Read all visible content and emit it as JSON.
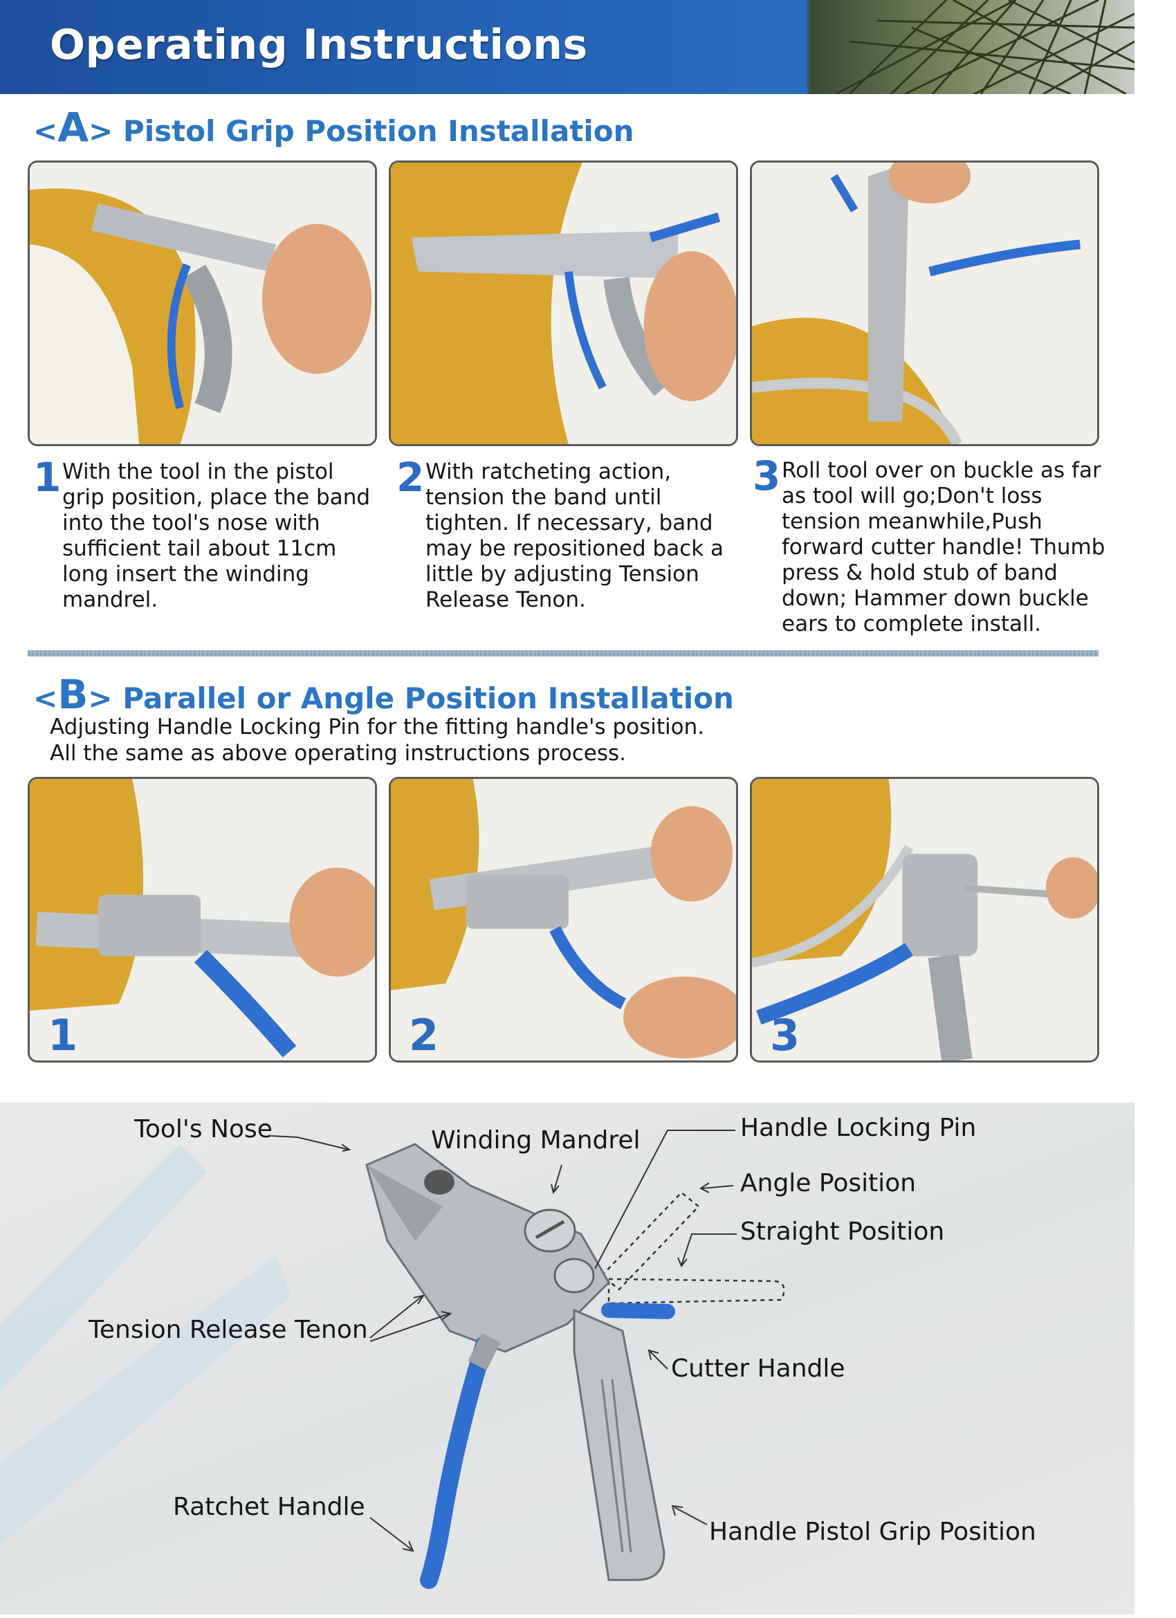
{
  "header": {
    "title": "Operating Instructions"
  },
  "section_a": {
    "marker": "A",
    "title": "Pistol Grip Position Installation",
    "steps": [
      {
        "number": "1",
        "text": "With the tool in the pistol grip position, place the band into the tool's nose with sufficient tail about 11cm long insert the winding mandrel."
      },
      {
        "number": "2",
        "text": "With ratcheting action, tension the band until tighten. If necessary, band may be repositioned back a little by adjusting Tension Release Tenon."
      },
      {
        "number": "3",
        "text": "Roll tool over on buckle as far as tool will go;Don't loss tension meanwhile,Push forward cutter handle! Thumb press & hold stub of band down; Hammer down buckle ears to complete install."
      }
    ]
  },
  "section_b": {
    "marker": "B",
    "title": "Parallel or Angle Position Installation",
    "intro_line1": "Adjusting Handle Locking Pin for the fitting handle's position.",
    "intro_line2": "All the same as above operating instructions process.",
    "photo_numbers": [
      "1",
      "2",
      "3"
    ]
  },
  "diagram": {
    "labels": {
      "tools_nose": "Tool's Nose",
      "winding_mandrel": "Winding Mandrel",
      "handle_locking_pin": "Handle Locking Pin",
      "angle_position": "Angle Position",
      "straight_position": "Straight Position",
      "tension_release_tenon": "Tension Release Tenon",
      "cutter_handle": "Cutter Handle",
      "ratchet_handle": "Ratchet Handle",
      "handle_pistol_grip_position": "Handle Pistol Grip Position"
    }
  },
  "colors": {
    "accent": "#2a75c2",
    "handle_blue": "#2f6fd0",
    "header_blue": "#1d4f9a"
  }
}
